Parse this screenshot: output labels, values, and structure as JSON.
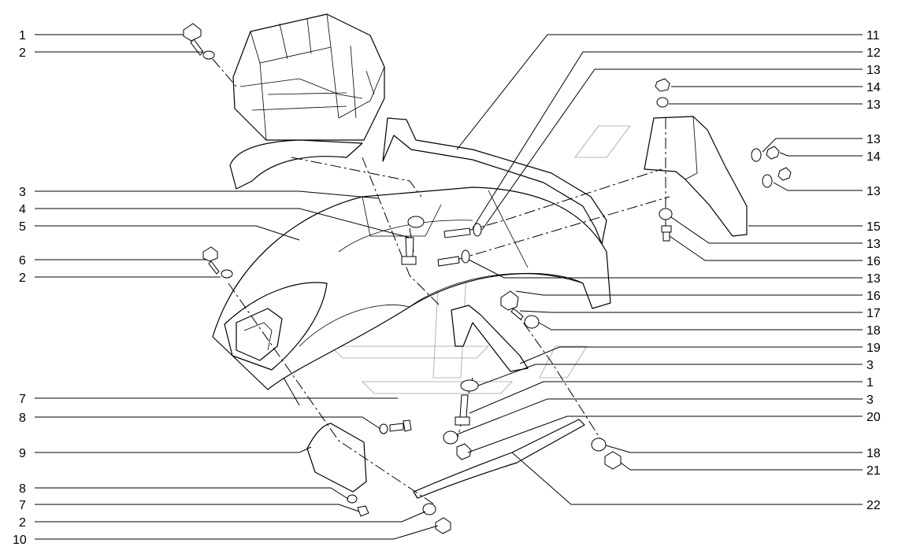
{
  "labels_left": [
    "1",
    "2",
    "3",
    "4",
    "5",
    "6",
    "2",
    "7",
    "8",
    "9",
    "8",
    "7",
    "2",
    "10"
  ],
  "labels_right": [
    "11",
    "12",
    "13",
    "14",
    "13",
    "13",
    "14",
    "13",
    "15",
    "13",
    "16",
    "13",
    "16",
    "17",
    "18",
    "19",
    "3",
    "1",
    "3",
    "20",
    "18",
    "21",
    "22"
  ]
}
